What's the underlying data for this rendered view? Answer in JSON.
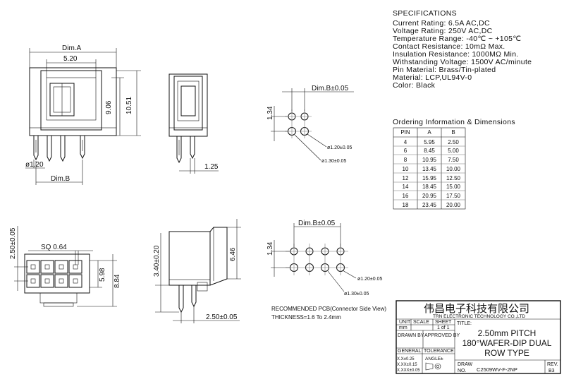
{
  "specifications": {
    "heading": "SPECIFICATIONS",
    "lines": [
      "Current Rating: 6.5A AC,DC",
      "Voltage Rating: 250V AC,DC",
      "Temperature Range: -40℃ ~ +105℃",
      "Contact Resistance: 10mΩ Max.",
      "Insulation Resistance: 1000MΩ Min.",
      "Withstanding Voltage: 1500V AC/minute",
      "Pin Material: Brass/Tin-plated",
      "Material: LCP,UL94V-0",
      "Color: Black"
    ]
  },
  "ordering": {
    "heading": "Ordering Information & Dimensions",
    "headers": [
      "PIN",
      "A",
      "B"
    ],
    "rows": [
      [
        "4",
        "5.95",
        "2.50"
      ],
      [
        "6",
        "8.45",
        "5.00"
      ],
      [
        "8",
        "10.95",
        "7.50"
      ],
      [
        "10",
        "13.45",
        "10.00"
      ],
      [
        "12",
        "15.95",
        "12.50"
      ],
      [
        "14",
        "18.45",
        "15.00"
      ],
      [
        "16",
        "20.95",
        "17.50"
      ],
      [
        "18",
        "23.45",
        "20.00"
      ]
    ]
  },
  "dimensions": {
    "dim_a": "Dim.A",
    "w_520": "5.20",
    "h_906": "9.06",
    "h_1051": "10.51",
    "pin_dia": "ø1.20",
    "dim_b": "Dim.B",
    "side_125": "1.25",
    "pcb_dim_b": "Dim.B±0.05",
    "pcb_134": "1.34",
    "hole_120": "ø1.20±0.05",
    "hole_130": "ø1.30±0.05",
    "bot_250": "2.50±0.05",
    "sq": "SQ 0.64",
    "bot_598": "5.98",
    "bot_884": "8.84",
    "side_340": "3.40±0.20",
    "side_646": "6.46",
    "side_250": "2.50±0.05",
    "pcb2_dim_b": "Dim.B±0.05",
    "pcb2_134": "1.34",
    "pcb2_hole_120": "ø1.20±0.05",
    "pcb2_hole_130": "ø1.30±0.05"
  },
  "notes": {
    "line1": "RECOMMENDED PCB(Connector Side View)",
    "line2": "THICKNESS=1.6 To 2.4mm"
  },
  "title_block": {
    "company_cn": "伟昌电子科技有限公司",
    "company_en": "TRN ELECTRONIC TECHNOLOGY CO.,LTD",
    "unit_label": "UNIT",
    "scale_label": "SCALE",
    "sheet_label": "SHEET",
    "title_label": "TITLE:",
    "unit_value": "mm",
    "sheet_value": "1 of 1",
    "drawn_by": "DRAWN BY",
    "approved_by": "APPROVED BY",
    "title_line1": "2.50mm PITCH",
    "title_line2": "180°WAFER-DIP DUAL",
    "title_line3": "ROW TYPE",
    "general": "GENERAL",
    "tolerance": "TOLERANCE",
    "tol1": "X.X±0.25",
    "tol2": "X.XX±0.15",
    "tol3": "X.XXX±0.05",
    "angle": "ANGLE±",
    "draw_label": "DRAW",
    "no_label": "NO.",
    "draw_no": "C2509WV-F-2NP",
    "rev_label": "REV.",
    "rev_value": "B3"
  }
}
